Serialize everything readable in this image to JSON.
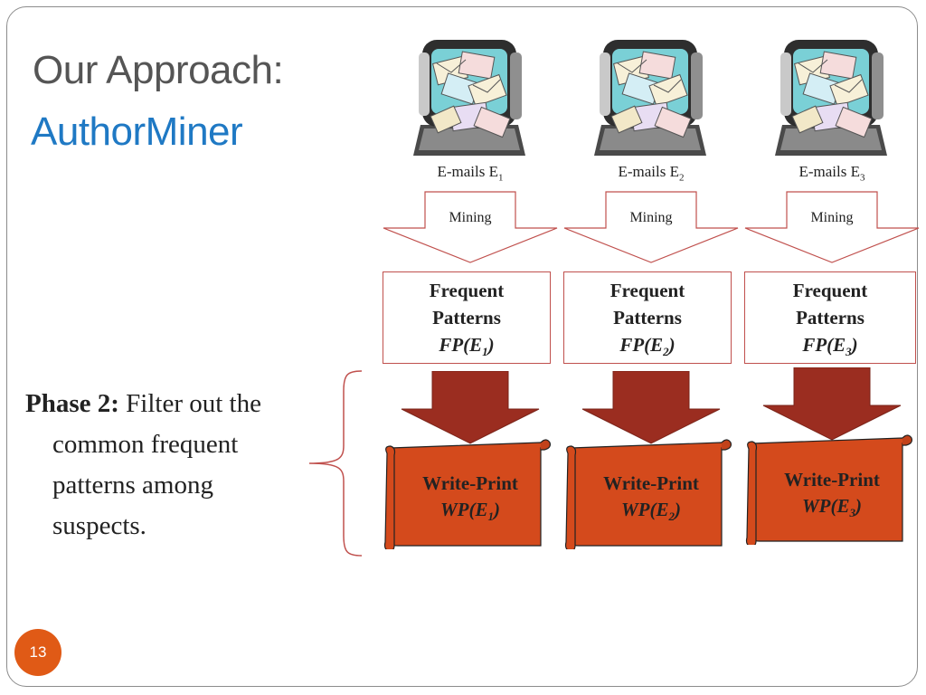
{
  "slide": {
    "title": "Our Approach:",
    "subtitle": "AuthorMiner",
    "page_number": "13"
  },
  "phase": {
    "label": "Phase 2:",
    "line1": "Filter out the",
    "line2": "common frequent",
    "line3": "patterns among",
    "line4": "suspects."
  },
  "columns": [
    {
      "emails_label": "E-mails E",
      "index": "1",
      "mining_label": "Mining",
      "fp_line1": "Frequent",
      "fp_line2": "Patterns",
      "fp_math": "FP(E",
      "fp_close": ")",
      "wp_line1": "Write-Print",
      "wp_math": "WP(E",
      "wp_close": ")"
    },
    {
      "emails_label": "E-mails E",
      "index": "2",
      "mining_label": "Mining",
      "fp_line1": "Frequent",
      "fp_line2": "Patterns",
      "fp_math": "FP(E",
      "fp_close": ")",
      "wp_line1": "Write-Print",
      "wp_math": "WP(E",
      "wp_close": ")"
    },
    {
      "emails_label": "E-mails E",
      "index": "3",
      "mining_label": "Mining",
      "fp_line1": "Frequent",
      "fp_line2": "Patterns",
      "fp_math": "FP(E",
      "fp_close": ")",
      "wp_line1": "Write-Print",
      "wp_math": "WP(E",
      "wp_close": ")"
    }
  ],
  "icons": {
    "email_computer": "computer-with-envelopes-icon"
  },
  "colors": {
    "title": "#555555",
    "subtitle": "#1f79c4",
    "down_arrow": "#9b2d20",
    "scroll_fill": "#d44a1c",
    "outline_red": "#c0504d",
    "page_badge": "#e05a16"
  }
}
